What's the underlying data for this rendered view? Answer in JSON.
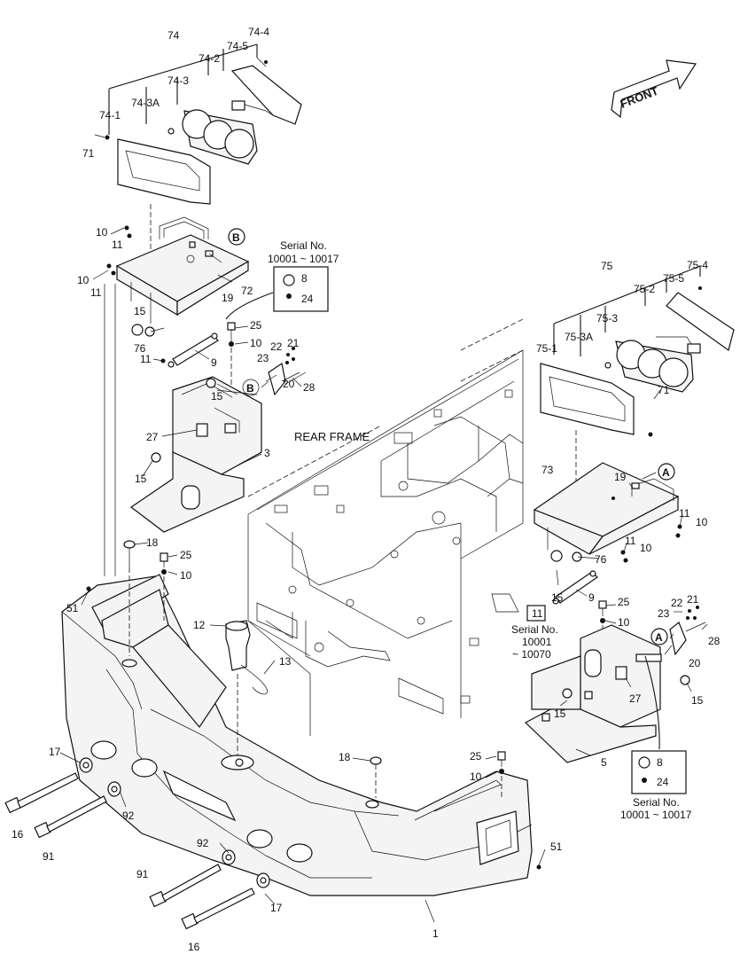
{
  "front_arrow": "FRONT",
  "rear_frame_label": "REAR FRAME",
  "serial_boxes": [
    {
      "title": "Serial No.",
      "range": "10001 ~ 10017",
      "items": [
        "8",
        "24"
      ]
    },
    {
      "title": "Serial No.",
      "range": "10001 ~ 10017",
      "items": [
        "8",
        "24"
      ]
    }
  ],
  "serial_11": {
    "box": "11",
    "title": "Serial No.",
    "line2": "10001",
    "line3": "~ 10070"
  },
  "callouts": {
    "c74": "74",
    "c74_4": "74-4",
    "c74_5": "74-5",
    "c74_2": "74-2",
    "c74_3": "74-3",
    "c74_3A": "74-3A",
    "c74_1": "74-1",
    "c71a": "71",
    "c10a": "10",
    "c11a": "11",
    "c10b": "10",
    "c11b": "11",
    "cBa": "B",
    "c72": "72",
    "c19a": "19",
    "c15a": "15",
    "c76a": "76",
    "c11c": "11",
    "c9a": "9",
    "c25a": "25",
    "c10c": "10",
    "c22a": "22",
    "c21a": "21",
    "c23a": "23",
    "c28a": "28",
    "cBb": "B",
    "c20a": "20",
    "c15b": "15",
    "c27a": "27",
    "c3": "3",
    "c15c": "15",
    "c75": "75",
    "c75_4": "75-4",
    "c75_5": "75-5",
    "c75_2": "75-2",
    "c75_3": "75-3",
    "c75_3A": "75-3A",
    "c75_1": "75-1",
    "c71b": "71",
    "c73": "73",
    "c19b": "19",
    "cAa": "A",
    "c11d": "11",
    "c10d": "10",
    "c11e": "11",
    "c10e": "10",
    "c76b": "76",
    "c15d": "15",
    "c9b": "9",
    "c25b": "25",
    "c10f": "10",
    "c22b": "22",
    "c21b": "21",
    "c23b": "23",
    "cAb": "A",
    "c28b": "28",
    "c20b": "20",
    "c27b": "27",
    "c15e": "15",
    "c15f": "15",
    "c5": "5",
    "c18a": "18",
    "c25c": "25",
    "c10g": "10",
    "c51a": "51",
    "c12": "12",
    "c13": "13",
    "c17a": "17",
    "c16a": "16",
    "c92a": "92",
    "c91a": "91",
    "c18b": "18",
    "c25d": "25",
    "c10h": "10",
    "c51b": "51",
    "c92b": "92",
    "c91b": "91",
    "c17b": "17",
    "c16b": "16",
    "c1": "1"
  }
}
